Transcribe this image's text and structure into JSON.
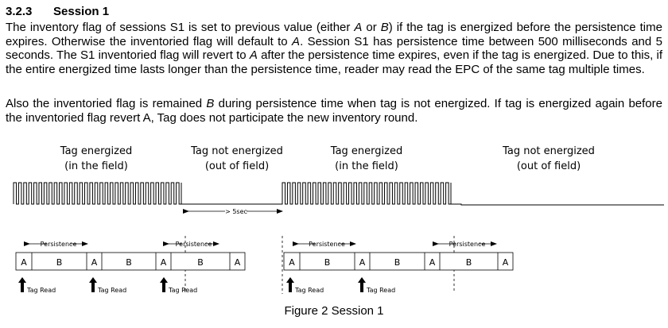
{
  "section": {
    "number": "3.2.3",
    "title": "Session 1"
  },
  "paragraph1": {
    "s1": "The inventory flag of sessions S1 is set to previous value (either ",
    "a1": "A",
    "s2": " or ",
    "b1": "B",
    "s3": ") if the tag is energized before the persistence time expires. Otherwise the inventoried flag will default to ",
    "a2": "A",
    "s4": ". Session S1 has persistence time between 500 milliseconds and 5 seconds. The S1 inventoried flag will revert to ",
    "a3": "A",
    "s5": " after the persistence time expires, even if the tag is energized. Due to this, if the entire energized time lasts longer than the persistence time, reader may read the EPC of the same tag multiple times."
  },
  "paragraph2": {
    "s1": "Also the inventoried flag is remained ",
    "b1": "B",
    "s2": " during persistence time when tag is not energized. If tag is energized again before the inventoried flag revert A, Tag does not participate the new inventory round."
  },
  "diagram": {
    "phases": [
      {
        "line1": "Tag energized",
        "line2": "(in the field)"
      },
      {
        "line1": "Tag not energized",
        "line2": "(out of field)"
      },
      {
        "line1": "Tag energized",
        "line2": "(in the field)"
      },
      {
        "line1": "Tag not energized",
        "line2": "(out of field)"
      }
    ],
    "gap_label": "> 5sec",
    "persistence_label": "Persistence",
    "flags_left": [
      "A",
      "B",
      "A",
      "B",
      "A",
      "B",
      "A"
    ],
    "flags_right": [
      "A",
      "B",
      "A",
      "B",
      "A",
      "B",
      "A"
    ],
    "tag_read_label": "Tag Read"
  },
  "caption": "Figure 2 Session 1"
}
